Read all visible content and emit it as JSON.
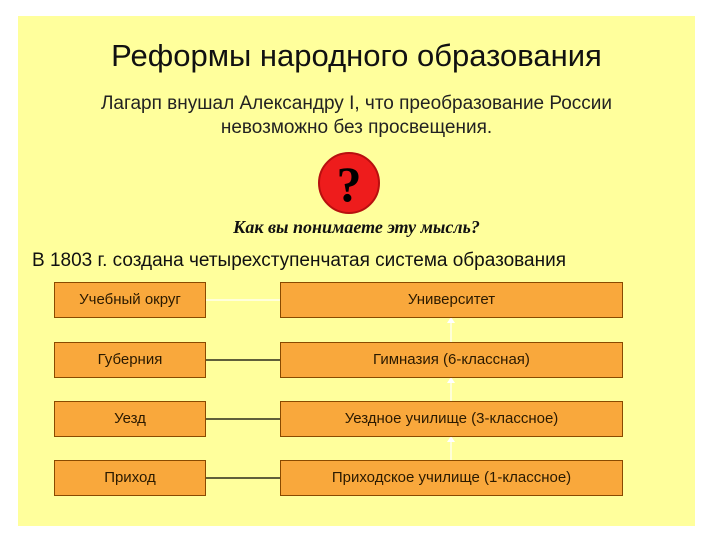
{
  "slide": {
    "title": "Реформы народного образования",
    "intro_line1": "Лагарп внушал Александру I, что преобразование России",
    "intro_line2": "невозможно без просвещения.",
    "question_mark": "?",
    "question": "Как вы понимаете эту мысль?",
    "system_caption": "В 1803 г. создана четырехступенчатая система образования"
  },
  "levels": [
    {
      "unit": "Учебный округ",
      "school": "Университет"
    },
    {
      "unit": "Губерния",
      "school": "Гимназия (6-классная)"
    },
    {
      "unit": "Уезд",
      "school": "Уездное училище (3-классное)"
    },
    {
      "unit": "Приход",
      "school": "Приходское училище (1-классное)"
    }
  ],
  "colors": {
    "background": "#ffff9c",
    "box_fill": "#f9a83c",
    "box_border": "#8a4a00",
    "question_circle": "#ee1c1c"
  }
}
